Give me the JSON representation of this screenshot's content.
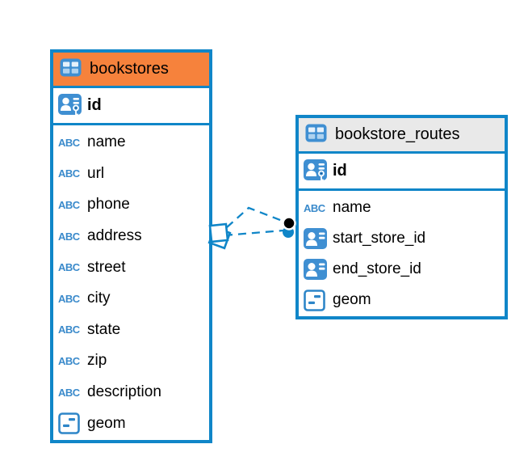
{
  "canvas": {
    "background": "#ffffff"
  },
  "colors": {
    "table_border": "#1086c8",
    "bookstores_header_bg": "#f6823c",
    "routes_header_bg": "#e9e9e9",
    "icon_blue": "#3f8fd2",
    "relationship_line": "#1086c8",
    "text": "#000000",
    "dot_marker": "#000000"
  },
  "tables": [
    {
      "id": "bookstores",
      "title": "bookstores",
      "header_icon": "table",
      "key_columns": [
        {
          "name": "id",
          "icon": "primary-key",
          "bold": true
        }
      ],
      "columns": [
        {
          "name": "name",
          "icon": "text"
        },
        {
          "name": "url",
          "icon": "text"
        },
        {
          "name": "phone",
          "icon": "text"
        },
        {
          "name": "address",
          "icon": "text"
        },
        {
          "name": "street",
          "icon": "text"
        },
        {
          "name": "city",
          "icon": "text"
        },
        {
          "name": "state",
          "icon": "text"
        },
        {
          "name": "zip",
          "icon": "text"
        },
        {
          "name": "description",
          "icon": "text"
        },
        {
          "name": "geom",
          "icon": "geometry"
        }
      ]
    },
    {
      "id": "bookstore_routes",
      "title": "bookstore_routes",
      "header_icon": "table",
      "key_columns": [
        {
          "name": "id",
          "icon": "primary-key",
          "bold": true
        }
      ],
      "columns": [
        {
          "name": "name",
          "icon": "text"
        },
        {
          "name": "start_store_id",
          "icon": "foreign-key"
        },
        {
          "name": "end_store_id",
          "icon": "foreign-key"
        },
        {
          "name": "geom",
          "icon": "geometry"
        }
      ]
    }
  ],
  "connector": {
    "style": "dashed",
    "line_color": "#1086c8",
    "line_count": 2,
    "left_marker": "diamond",
    "right_marker": "dot"
  }
}
